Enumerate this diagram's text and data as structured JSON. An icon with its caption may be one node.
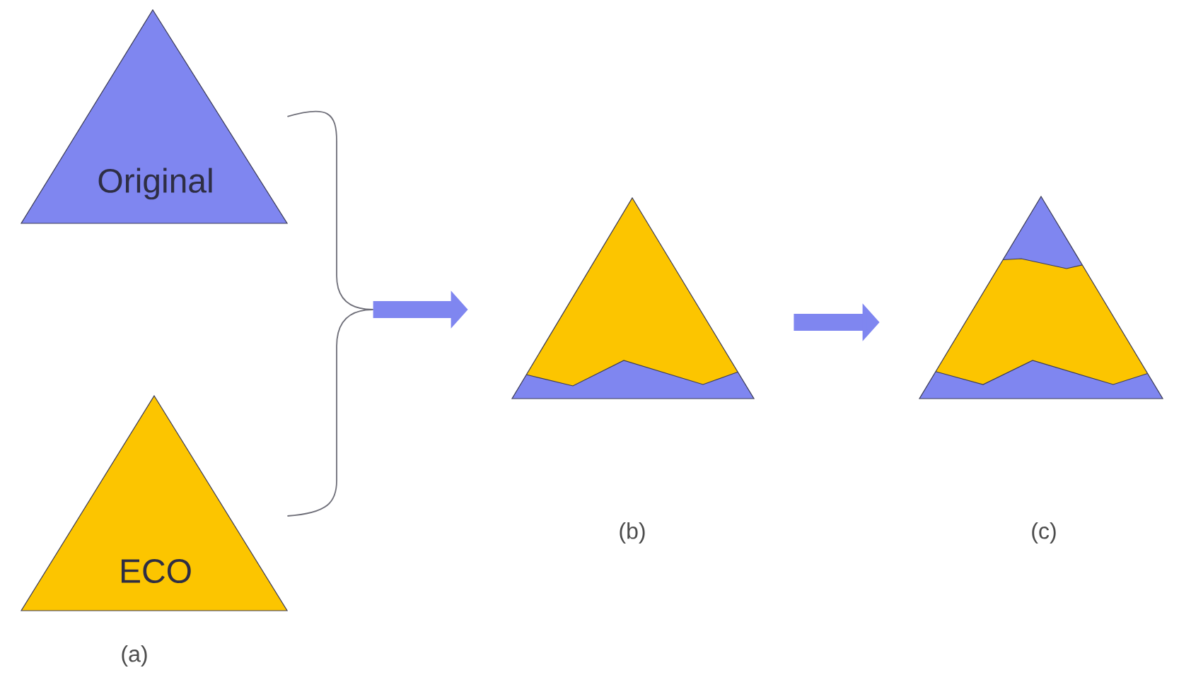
{
  "diagram": {
    "nodes": [
      {
        "text": [
          "Original"
        ]
      },
      {
        "text": [
          "ECO"
        ]
      },
      {
        "text": [],
        "shape": "triangle"
      },
      {
        "text": [],
        "shape": "triangle"
      }
    ],
    "edges": [
      {
        "from": 0,
        "to": 2,
        "arrow": "to"
      },
      {
        "from": 1,
        "to": 2,
        "arrow": "to"
      },
      {
        "from": 2,
        "to": 3,
        "arrow": "to",
        "style": "thick",
        "color": "#7f86f0"
      }
    ],
    "labels": [
      "(a)",
      "(b)",
      "(c)"
    ]
  }
}
